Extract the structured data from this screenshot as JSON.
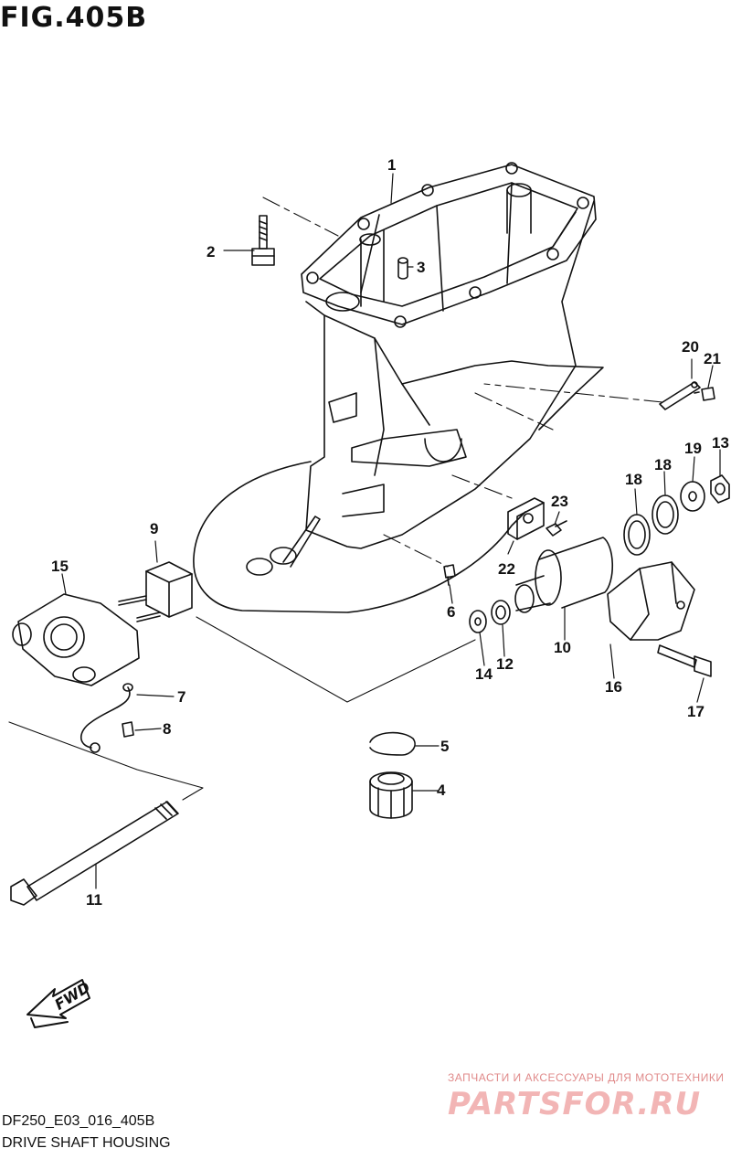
{
  "figure": {
    "title": "FIG.405B",
    "code": "DF250_E03_016_405B",
    "caption": "DRIVE SHAFT HOUSING"
  },
  "callouts": [
    "1",
    "2",
    "3",
    "4",
    "5",
    "6",
    "7",
    "8",
    "9",
    "10",
    "11",
    "12",
    "13",
    "14",
    "15",
    "16",
    "17",
    "18",
    "18",
    "19",
    "20",
    "21",
    "22",
    "23"
  ],
  "direction_label": "FWD",
  "watermark": {
    "tagline": "ЗАПЧАСТИ И АКСЕССУАРЫ ДЛЯ МОТОТЕХНИКИ",
    "logo": "PARTSFOR.RU"
  },
  "colors": {
    "line": "#111111",
    "watermark": "#f2b5b5"
  }
}
